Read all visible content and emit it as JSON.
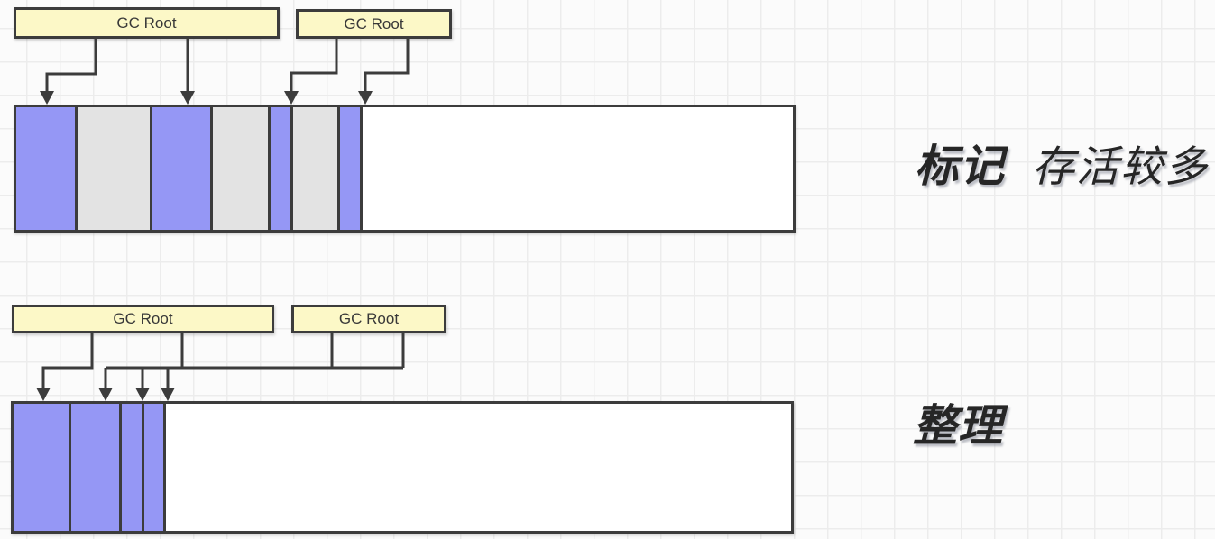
{
  "colors": {
    "background": "#fbfbfb",
    "grid_line": "#ececec",
    "gc_box_fill": "#fcf8c7",
    "stroke": "#3c3c3c",
    "live_block_fill": "#9597f5",
    "garbage_block_fill": "#e3e3e3",
    "free_space_fill": "#ffffff",
    "label_color": "#262626"
  },
  "mark_row": {
    "gc_root_boxes": [
      {
        "label": "GC Root"
      },
      {
        "label": "GC Root"
      }
    ],
    "memory_segments": [
      {
        "type": "live",
        "width": 68
      },
      {
        "type": "garbage",
        "width": 83
      },
      {
        "type": "live",
        "width": 67
      },
      {
        "type": "garbage",
        "width": 64
      },
      {
        "type": "live",
        "width": 25
      },
      {
        "type": "garbage",
        "width": 52
      },
      {
        "type": "live",
        "width": 25
      },
      {
        "type": "free",
        "width": null
      }
    ],
    "label_primary": "标记",
    "label_secondary": "存活较多"
  },
  "compact_row": {
    "gc_root_boxes": [
      {
        "label": "GC Root"
      },
      {
        "label": "GC Root"
      }
    ],
    "memory_segments": [
      {
        "type": "live",
        "width": 64
      },
      {
        "type": "live",
        "width": 56
      },
      {
        "type": "live",
        "width": 25
      },
      {
        "type": "live",
        "width": 24
      },
      {
        "type": "free",
        "width": null
      }
    ],
    "label_primary": "整理"
  }
}
